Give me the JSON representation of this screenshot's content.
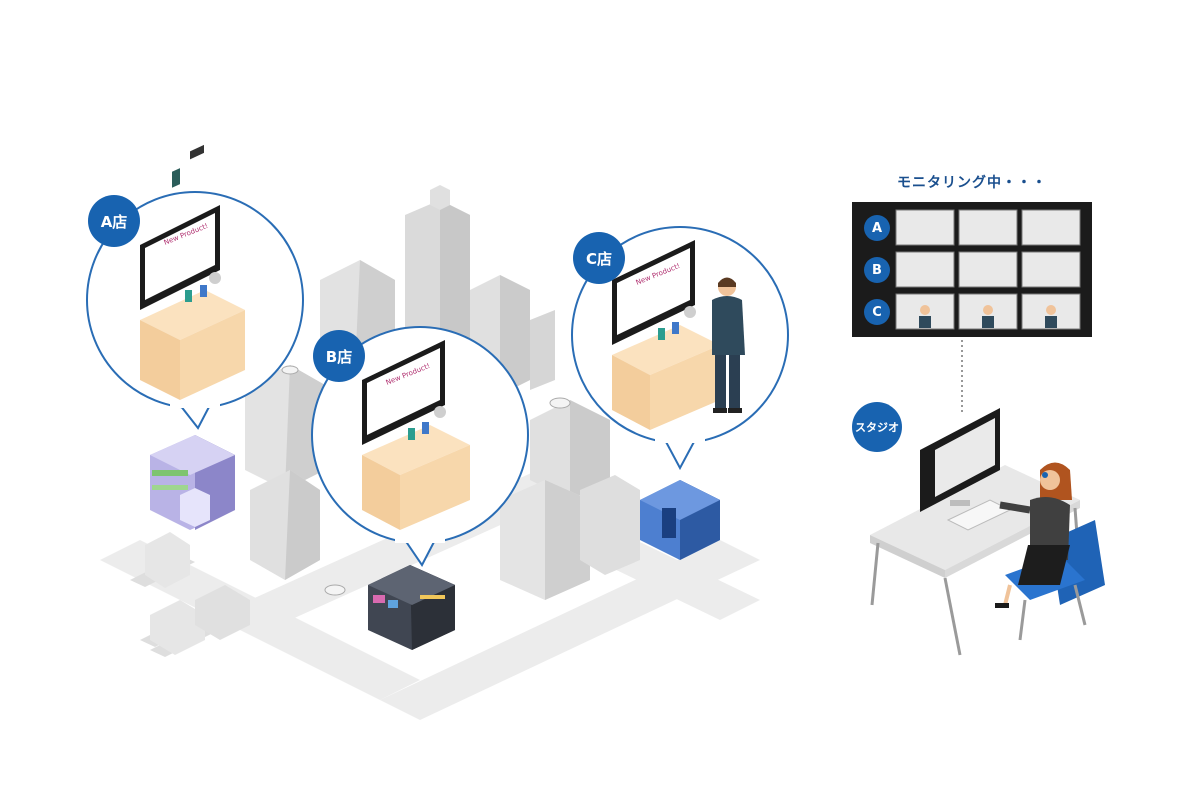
{
  "stores": [
    {
      "label": "A店"
    },
    {
      "label": "B店"
    },
    {
      "label": "C店"
    }
  ],
  "monitor": {
    "title": "モニタリング中・・・",
    "rows": [
      "A",
      "B",
      "C"
    ]
  },
  "studio": {
    "label": "スタジオ"
  },
  "colors": {
    "accent": "#1863b0",
    "circle_stroke": "#2a6db5",
    "counter": "#f5d3a4",
    "suit": "#2f4a5c",
    "chair": "#1f63b6"
  }
}
